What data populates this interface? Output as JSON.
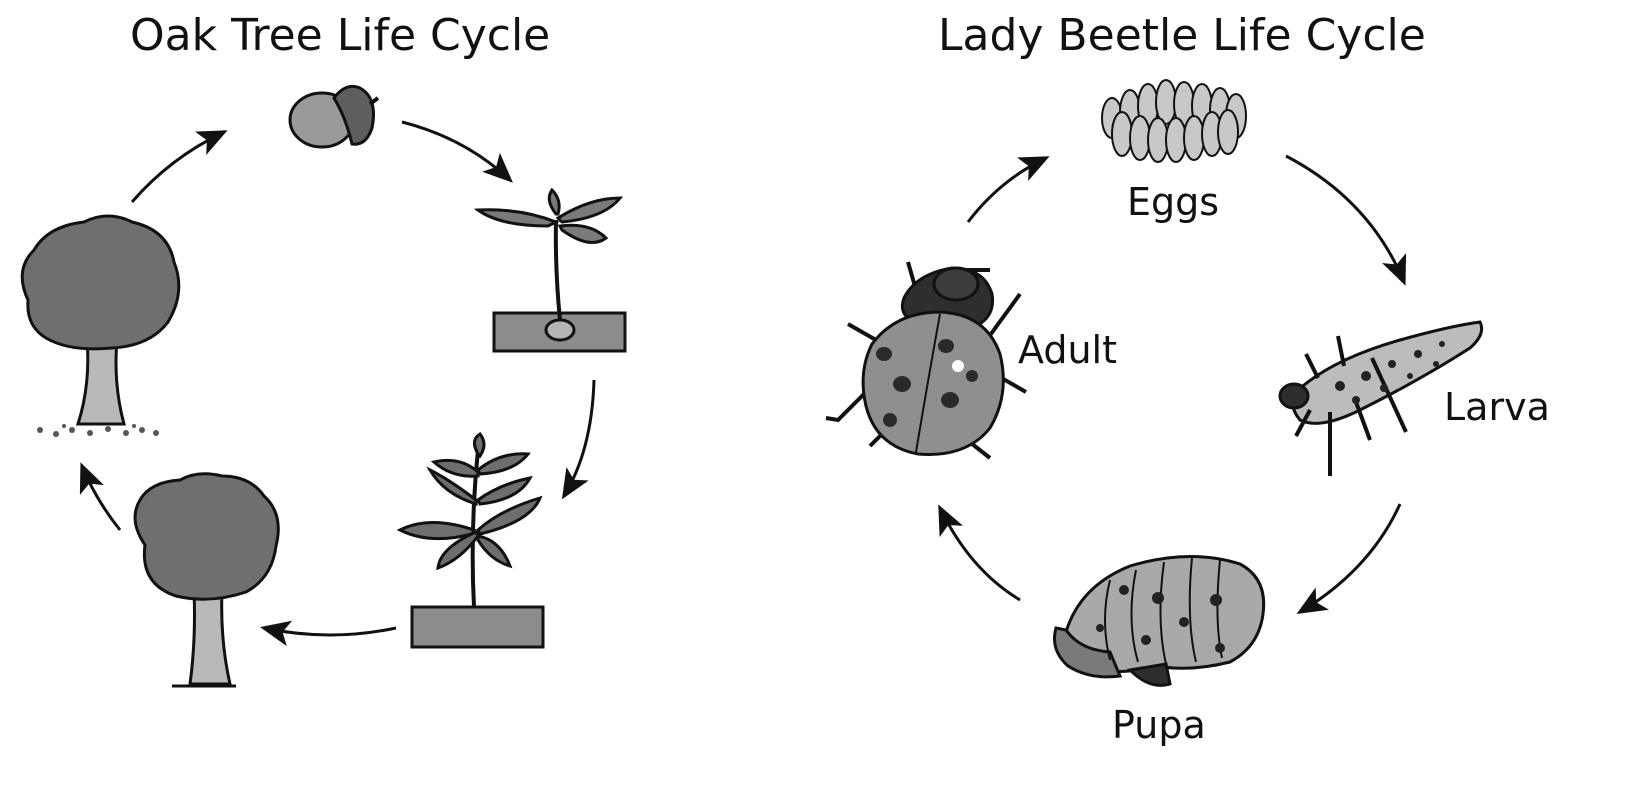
{
  "oak": {
    "title": "Oak Tree Life Cycle",
    "stages": [
      "acorn-icon",
      "sprout-icon",
      "sapling-icon",
      "young-tree-icon",
      "mature-oak-icon"
    ]
  },
  "beetle": {
    "title": "Lady Beetle Life Cycle",
    "stages": {
      "eggs": "Eggs",
      "larva": "Larva",
      "pupa": "Pupa",
      "adult": "Adult"
    }
  },
  "colors": {
    "outline": "#111111",
    "mid_gray": "#8a8a8a",
    "light_gray": "#bdbdbd",
    "dark_gray": "#3a3a3a"
  }
}
